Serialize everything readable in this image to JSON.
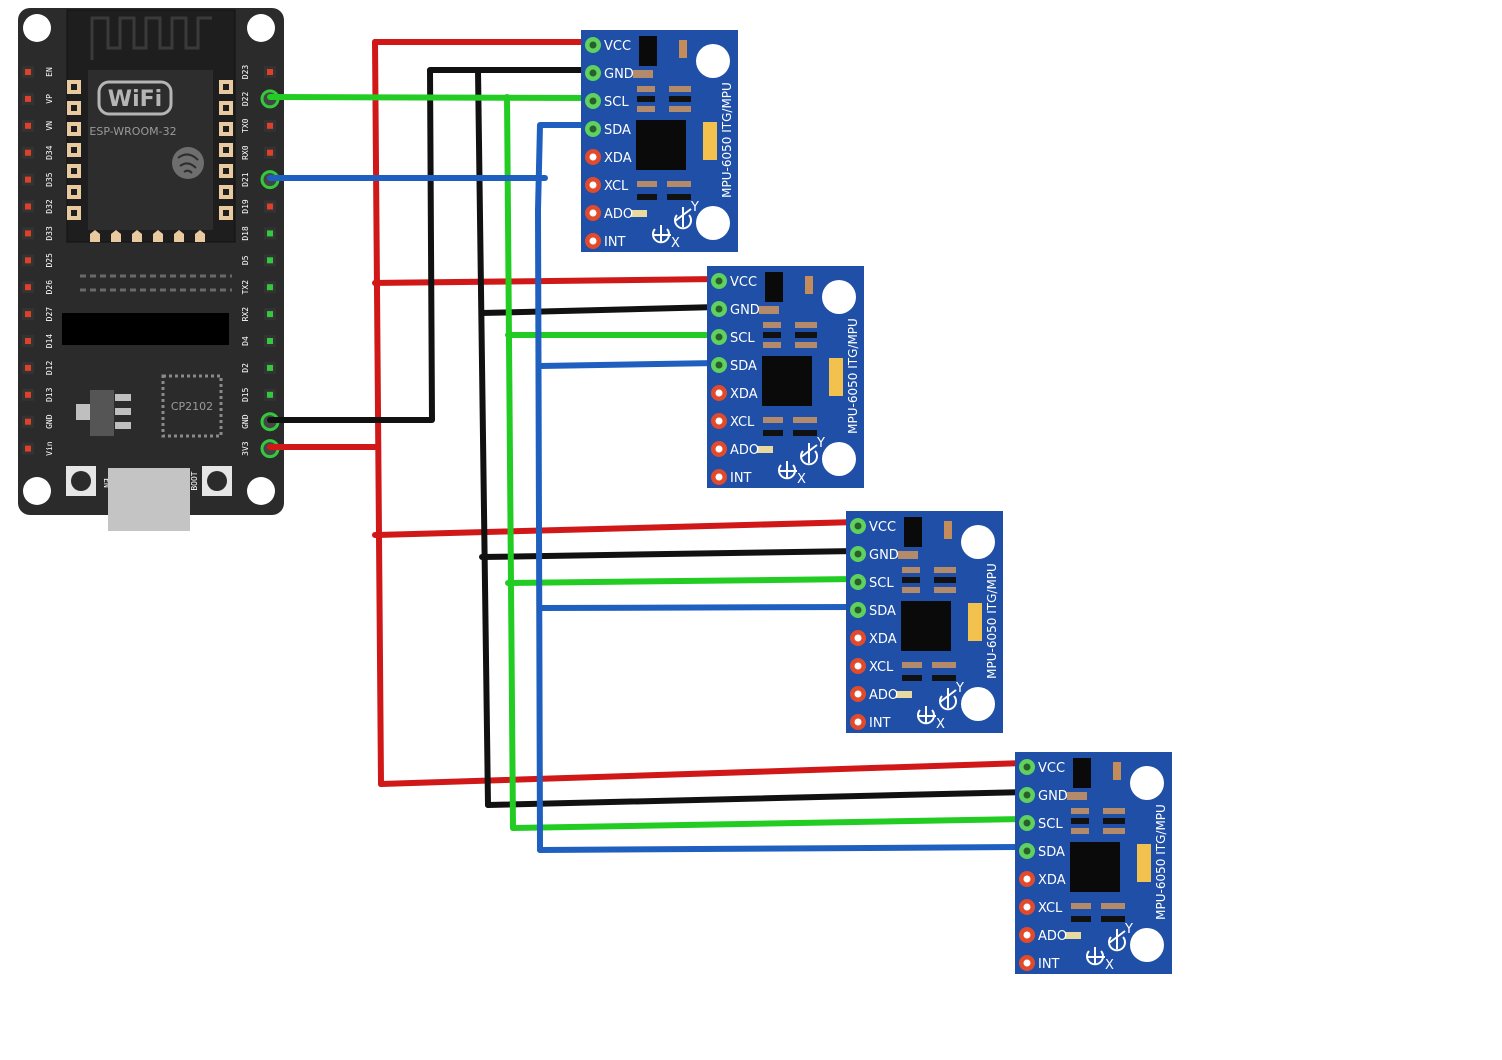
{
  "esp32": {
    "module_label": "ESP-WROOM-32",
    "wifi_logo": "WiFi",
    "usb_chip_label": "CP2102",
    "button_en": "EN",
    "button_boot": "BOOT",
    "left_pins": [
      "EN",
      "VP",
      "VN",
      "D34",
      "D35",
      "D32",
      "D33",
      "D25",
      "D26",
      "D27",
      "D14",
      "D12",
      "D13",
      "GND",
      "Vin"
    ],
    "right_pins": [
      "D23",
      "D22",
      "TX0",
      "RX0",
      "D21",
      "D19",
      "D18",
      "D5",
      "TX2",
      "RX2",
      "D4",
      "D2",
      "D15",
      "GND",
      "3V3"
    ],
    "colors": {
      "board": "#2b2b2b",
      "header_pad": "#e9c9a0",
      "pin_red": "#e0402a",
      "pin_green": "#34c83c"
    }
  },
  "sensors": [
    {
      "title": "MPU-6050 ITG/MPU",
      "pins": [
        "VCC",
        "GND",
        "SCL",
        "SDA",
        "XDA",
        "XCL",
        "ADO",
        "INT"
      ],
      "axis_x": "X",
      "axis_y": "Y"
    },
    {
      "title": "MPU-6050 ITG/MPU",
      "pins": [
        "VCC",
        "GND",
        "SCL",
        "SDA",
        "XDA",
        "XCL",
        "ADO",
        "INT"
      ],
      "axis_x": "X",
      "axis_y": "Y"
    },
    {
      "title": "MPU-6050 ITG/MPU",
      "pins": [
        "VCC",
        "GND",
        "SCL",
        "SDA",
        "XDA",
        "XCL",
        "ADO",
        "INT"
      ],
      "axis_x": "X",
      "axis_y": "Y"
    },
    {
      "title": "MPU-6050 ITG/MPU",
      "pins": [
        "VCC",
        "GND",
        "SCL",
        "SDA",
        "XDA",
        "XCL",
        "ADO",
        "INT"
      ],
      "axis_x": "X",
      "axis_y": "Y"
    }
  ],
  "wires": {
    "vcc": {
      "from": "3V3",
      "to": "VCC",
      "color": "#d01818"
    },
    "gnd": {
      "from": "GND",
      "to": "GND",
      "color": "#111111"
    },
    "scl": {
      "from": "D22",
      "to": "SCL",
      "color": "#22cc22"
    },
    "sda": {
      "from": "D21",
      "to": "SDA",
      "color": "#1f5fbf"
    }
  },
  "colors": {
    "sensor_board": "#1f4fa6",
    "sensor_hole": "#ffffff",
    "chip": "#0a0a0a",
    "pad_active": "#5fd15f",
    "pad_inactive": "#e24a2c"
  }
}
